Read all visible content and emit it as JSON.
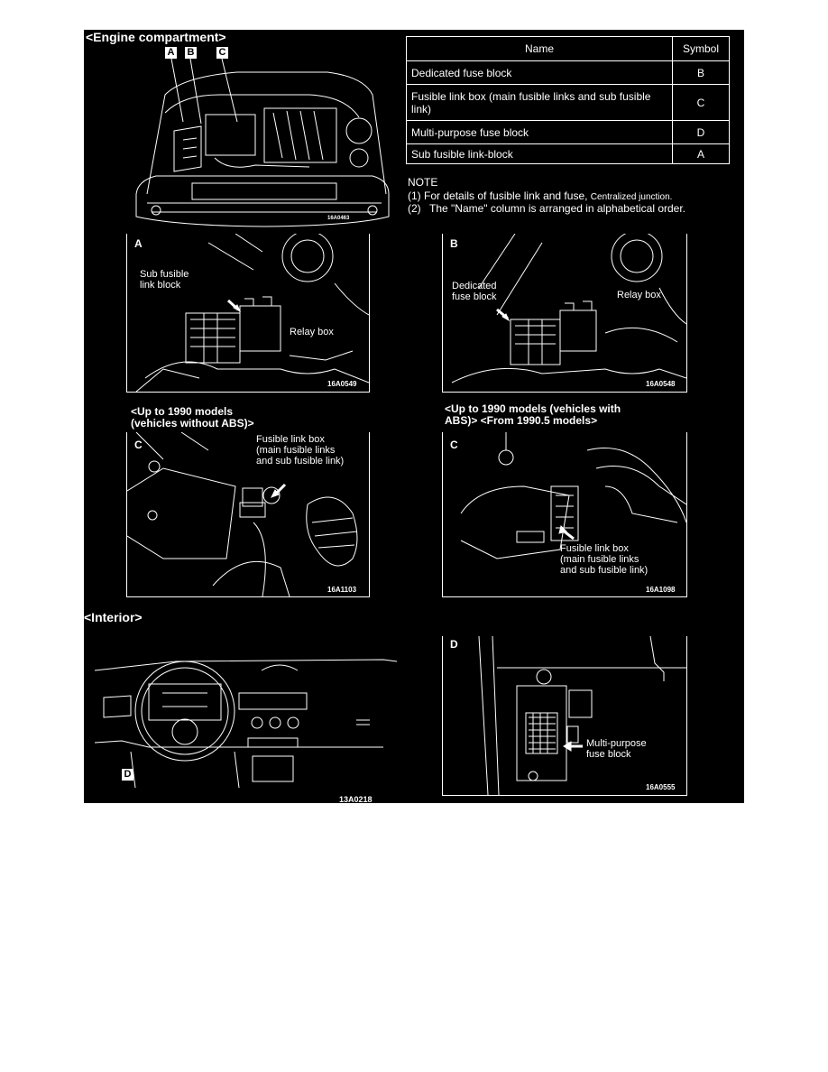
{
  "sections": {
    "engine": "<Engine compartment>",
    "interior": "<Interior>"
  },
  "engine_tags": [
    "A",
    "B",
    "C"
  ],
  "table": {
    "header": {
      "name": "Name",
      "symbol": "Symbol"
    },
    "rows": [
      {
        "name": "Dedicated fuse block",
        "symbol": "B"
      },
      {
        "name": "Fusible link box (main fusible links and sub fusible link)",
        "symbol": "C"
      },
      {
        "name": "Multi-purpose fuse block",
        "symbol": "D"
      },
      {
        "name": "Sub fusible link-block",
        "symbol": "A"
      }
    ]
  },
  "note": {
    "title": "NOTE",
    "items": [
      {
        "num": "(1)",
        "text": "For details of fusible link and fuse,",
        "tail": "Centralized junction."
      },
      {
        "num": "(2)",
        "text": "The \"Name\" column is arranged in alphabetical order.",
        "tail": ""
      }
    ]
  },
  "codes": {
    "overview": "16A0463",
    "a": "16A0549",
    "b": "16A0548",
    "c1": "16A1103",
    "c2": "16A1098",
    "interior": "13A0218",
    "d": "16A0555"
  },
  "panels": {
    "a": {
      "letter": "A",
      "label1": "Sub fusible\nlink block",
      "label2": "Relay box"
    },
    "b": {
      "letter": "B",
      "label1": "Dedicated\nfuse block",
      "label2": "Relay box"
    },
    "c1": {
      "letter": "C",
      "label1": "Fusible link box\n(main fusible links\nand sub fusible link)"
    },
    "c2": {
      "letter": "C",
      "label1": "Fusible link box\n(main fusible links\nand sub fusible link)"
    },
    "d": {
      "letter": "D",
      "label1": "Multi-purpose\nfuse block"
    },
    "interior_tag": "D"
  },
  "subtitles": {
    "c1": "<Up to 1990 models\n(vehicles without ABS)>",
    "c2": "<Up to 1990 models (vehicles with\nABS)> <From 1990.5 models>"
  }
}
